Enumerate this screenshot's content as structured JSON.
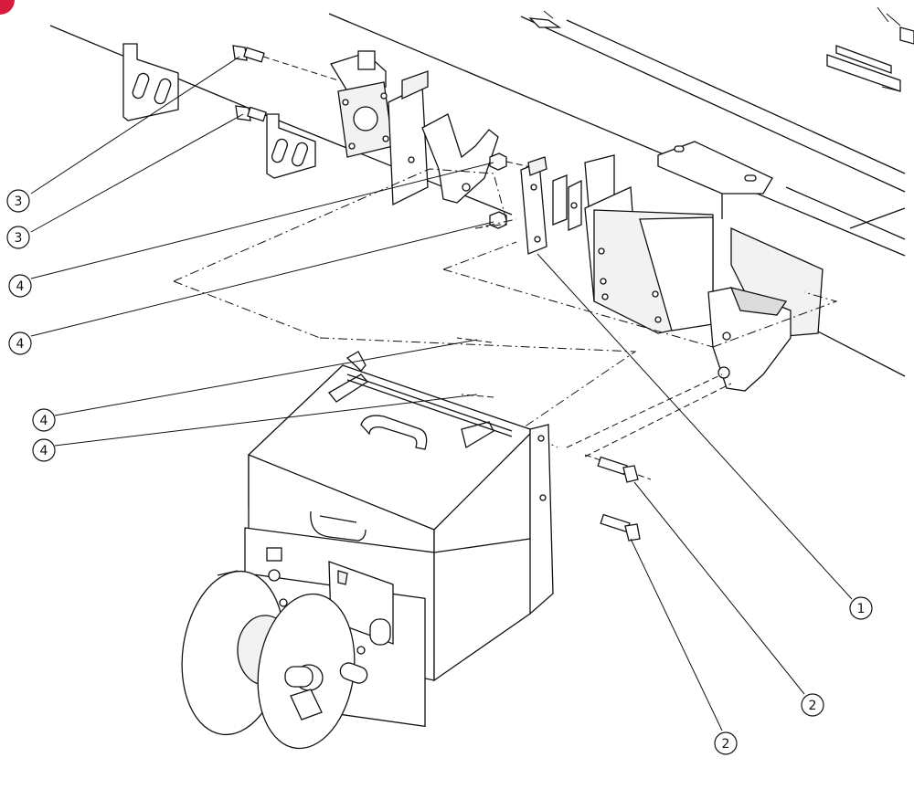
{
  "callouts": [
    {
      "id": "c-3a",
      "label": "3"
    },
    {
      "id": "c-3b",
      "label": "3"
    },
    {
      "id": "c-4a",
      "label": "4"
    },
    {
      "id": "c-4b",
      "label": "4"
    },
    {
      "id": "c-4c",
      "label": "4"
    },
    {
      "id": "c-4d",
      "label": "4"
    },
    {
      "id": "c-1",
      "label": "1"
    },
    {
      "id": "c-2a",
      "label": "2"
    },
    {
      "id": "c-2b",
      "label": "2"
    }
  ],
  "colors": {
    "line": "#111111",
    "background": "#ffffff",
    "corner_badge": "#d81b3c"
  }
}
